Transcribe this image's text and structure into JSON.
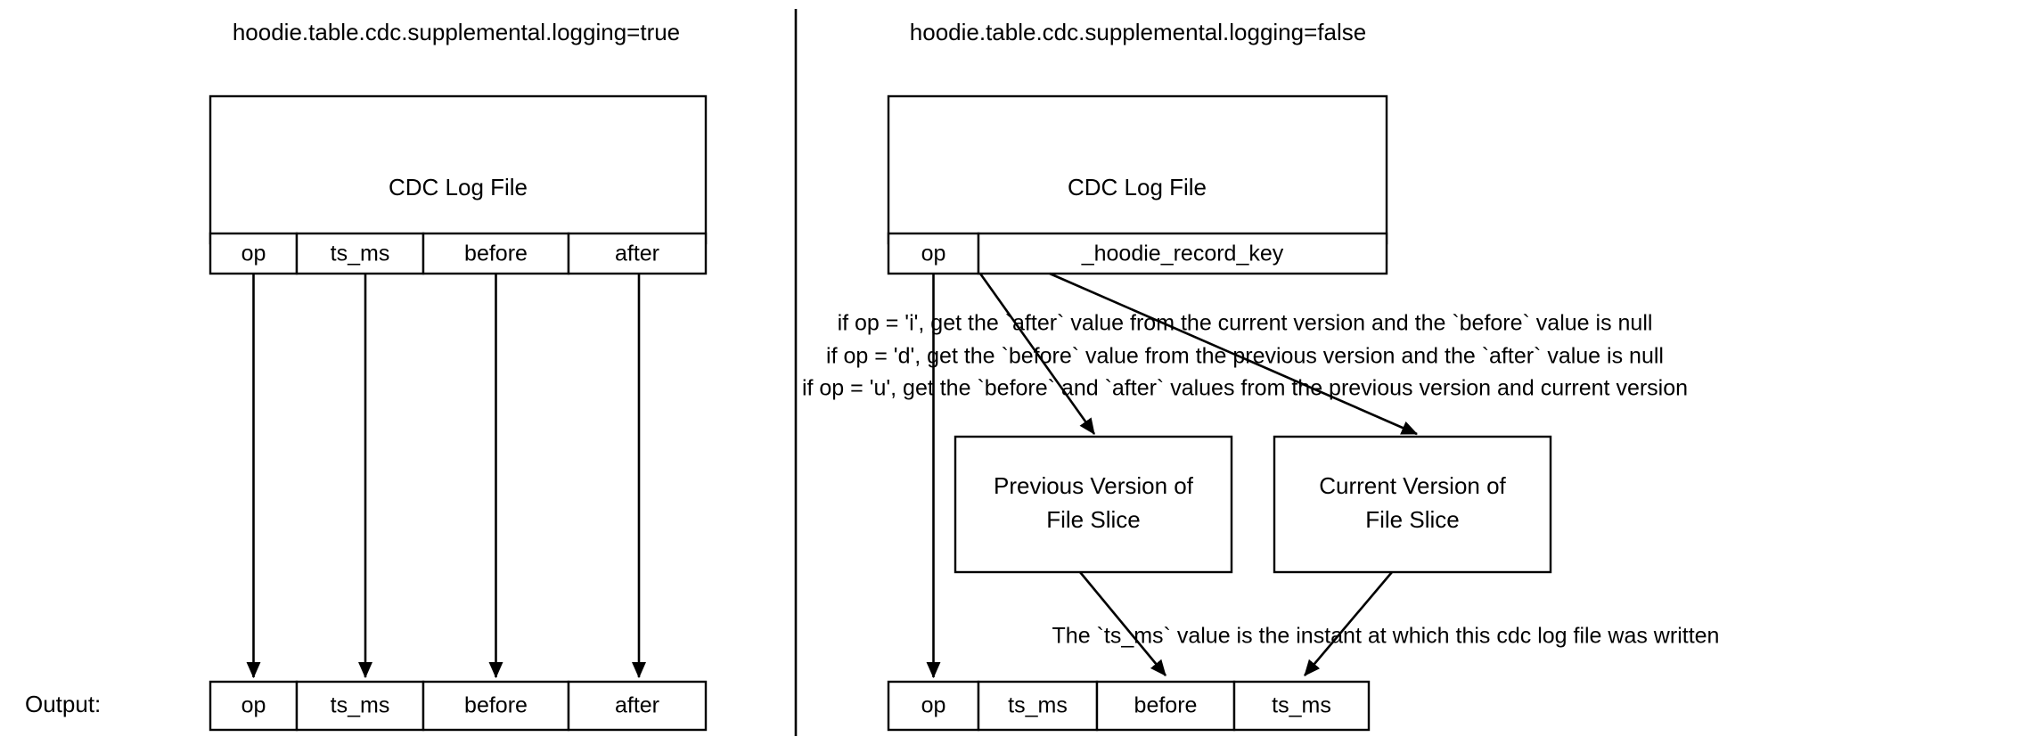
{
  "diagram": {
    "title": "Hudi CDC Log File supplemental logging comparison",
    "background_color": "#ffffff",
    "stroke_color": "#000000",
    "divider": {
      "name": "vertical-panel-divider"
    },
    "panels": [
      {
        "id": "left",
        "title": "hoodie.table.cdc.supplemental.logging=true",
        "log_box": {
          "label": "CDC Log File",
          "columns": [
            "op",
            "ts_ms",
            "before",
            "after"
          ]
        },
        "notes": [],
        "output": {
          "label": "Output:",
          "columns": [
            "op",
            "ts_ms",
            "before",
            "after"
          ]
        }
      },
      {
        "id": "right",
        "title": "hoodie.table.cdc.supplemental.logging=false",
        "log_box": {
          "label": "CDC Log File",
          "columns": [
            "op",
            "_hoodie_record_key"
          ]
        },
        "notes": [
          "if op = 'i', get the `after` value from the current version and the `before` value is null",
          "if op = 'd', get the `before` value from the previous version  and the `after` value is null",
          "if op = 'u', get the `before` and `after` values from the previous version and current version",
          "The `ts_ms` value is the instant at which this cdc log file was written"
        ],
        "version_boxes": [
          {
            "line1": "Previous Version of",
            "line2": "File Slice"
          },
          {
            "line1": "Current Version of",
            "line2": "File Slice"
          }
        ],
        "output": {
          "label": "",
          "columns": [
            "op",
            "ts_ms",
            "before",
            "ts_ms"
          ]
        }
      }
    ]
  }
}
